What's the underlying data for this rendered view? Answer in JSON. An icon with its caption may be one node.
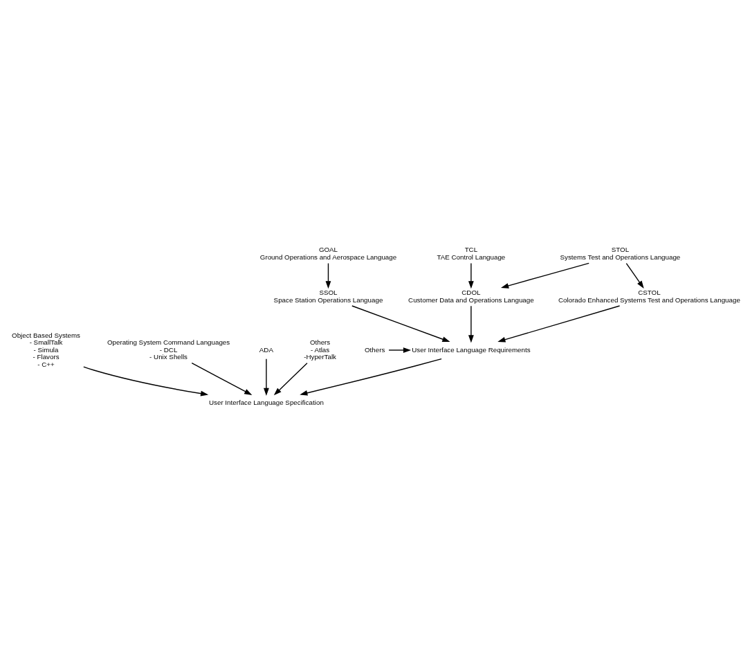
{
  "diagram": {
    "nodes": [
      {
        "text": [
          "GOAL",
          "Ground Operations and Aerospace Language"
        ]
      },
      {
        "text": [
          "TCL",
          "TAE Control Language"
        ]
      },
      {
        "text": [
          "STOL",
          "Systems Test and Operations Language"
        ]
      },
      {
        "text": [
          "SSOL",
          "Space Station Operations Language"
        ]
      },
      {
        "text": [
          "CDOL",
          "Customer Data and Operations Language"
        ]
      },
      {
        "text": [
          "CSTOL",
          "Colorado Enhanced Systems Test and Operations Language"
        ]
      },
      {
        "text": [
          "Others"
        ]
      },
      {
        "text": [
          "User Interface Language Requirements"
        ]
      },
      {
        "text": [
          "Object Based Systems",
          "- SmallTalk",
          "- Simula",
          "- Flavors",
          "- C++"
        ]
      },
      {
        "text": [
          "Operating System Command Languages",
          "- DCL",
          "- Unix Shells"
        ]
      },
      {
        "text": [
          "ADA"
        ]
      },
      {
        "text": [
          "Others",
          "- Atlas",
          "-HyperTalk"
        ]
      },
      {
        "text": [
          "User Interface Language Specification"
        ]
      }
    ],
    "edges": [
      {
        "from": 0,
        "to": 3,
        "arrow": "to"
      },
      {
        "from": 1,
        "to": 4,
        "arrow": "to"
      },
      {
        "from": 2,
        "to": 4,
        "arrow": "to"
      },
      {
        "from": 2,
        "to": 5,
        "arrow": "to"
      },
      {
        "from": 3,
        "to": 7,
        "arrow": "to"
      },
      {
        "from": 6,
        "to": 7,
        "arrow": "to"
      },
      {
        "from": 4,
        "to": 7,
        "arrow": "to"
      },
      {
        "from": 5,
        "to": 7,
        "arrow": "to"
      },
      {
        "from": 8,
        "to": 12,
        "arrow": "to"
      },
      {
        "from": 10,
        "to": 12,
        "arrow": "to"
      },
      {
        "from": 7,
        "to": 12,
        "arrow": "to"
      },
      {
        "from": 9,
        "to": 12,
        "arrow": "to"
      },
      {
        "from": 11,
        "to": 12,
        "arrow": "to"
      }
    ]
  }
}
